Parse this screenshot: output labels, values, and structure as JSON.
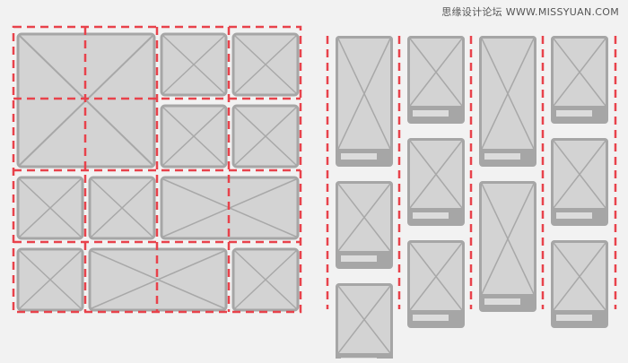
{
  "watermark": {
    "text": "思缘设计论坛 WWW.MISSYUAN.COM"
  },
  "colors": {
    "background": "#f2f2f2",
    "placeholder_fill": "#d3d3d3",
    "placeholder_stroke": "#a6a6a6",
    "guide_line": "#e8424b",
    "caption_bar": "#dcdcdc"
  },
  "left_grid": {
    "description_icon": "image-placeholder-x",
    "columns": 4,
    "rows": 4,
    "tiles": [
      {
        "name": "hero-placeholder",
        "col": 0,
        "row": 0,
        "colspan": 2,
        "rowspan": 2
      },
      {
        "name": "placeholder-small",
        "col": 2,
        "row": 0,
        "colspan": 1,
        "rowspan": 1
      },
      {
        "name": "placeholder-small",
        "col": 3,
        "row": 0,
        "colspan": 1,
        "rowspan": 1
      },
      {
        "name": "placeholder-small",
        "col": 2,
        "row": 1,
        "colspan": 1,
        "rowspan": 1
      },
      {
        "name": "placeholder-small",
        "col": 3,
        "row": 1,
        "colspan": 1,
        "rowspan": 1
      },
      {
        "name": "placeholder-small",
        "col": 0,
        "row": 2,
        "colspan": 1,
        "rowspan": 1
      },
      {
        "name": "placeholder-small",
        "col": 1,
        "row": 2,
        "colspan": 1,
        "rowspan": 1
      },
      {
        "name": "placeholder-wide",
        "col": 2,
        "row": 2,
        "colspan": 2,
        "rowspan": 1
      },
      {
        "name": "placeholder-small",
        "col": 0,
        "row": 3,
        "colspan": 1,
        "rowspan": 1
      },
      {
        "name": "placeholder-wide",
        "col": 1,
        "row": 3,
        "colspan": 2,
        "rowspan": 1
      },
      {
        "name": "placeholder-small",
        "col": 3,
        "row": 3,
        "colspan": 1,
        "rowspan": 1
      }
    ]
  },
  "masonry": {
    "description_icon": "card-with-caption",
    "columns": [
      {
        "cards": [
          "tall",
          "square",
          "square"
        ]
      },
      {
        "cards": [
          "square",
          "square",
          "square"
        ]
      },
      {
        "cards": [
          "tall",
          "tall"
        ]
      },
      {
        "cards": [
          "square",
          "square",
          "square"
        ]
      }
    ]
  }
}
